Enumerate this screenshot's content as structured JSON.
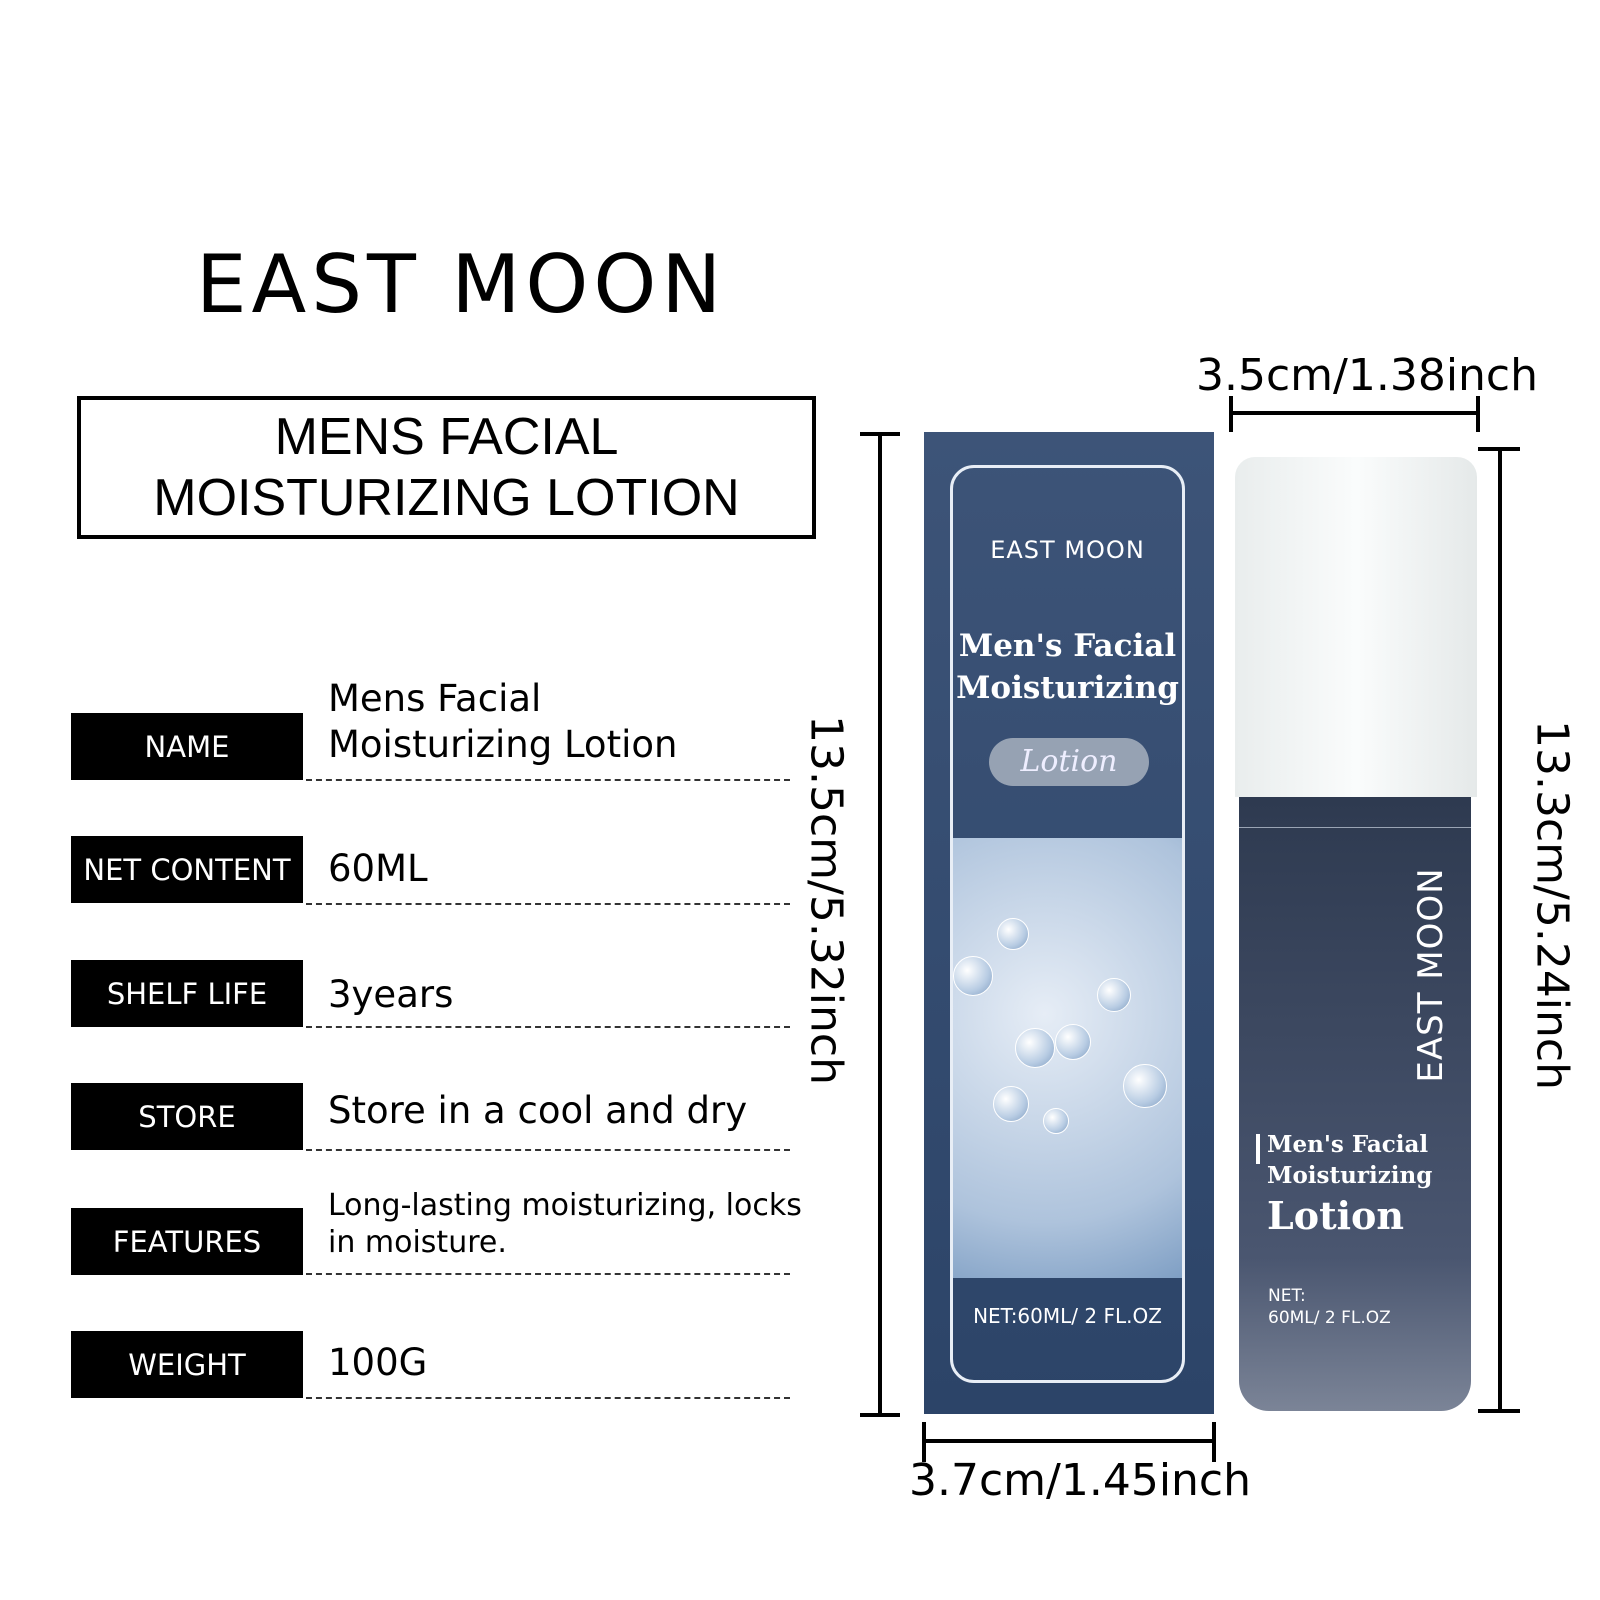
{
  "brand": "EAST MOON",
  "title": {
    "line1": "MENS FACIAL",
    "line2": "MOISTURIZING LOTION"
  },
  "specs": [
    {
      "label": "NAME",
      "value": "Mens Facial Moisturizing Lotion"
    },
    {
      "label": "NET  CONTENT",
      "value": "60ML"
    },
    {
      "label": "SHELF LIFE",
      "value": "3years"
    },
    {
      "label": "STORE",
      "value": "Store in a cool and dry"
    },
    {
      "label": "FEATURES",
      "value": "Long-lasting moisturizing, locks in moisture."
    },
    {
      "label": "WEIGHT",
      "value": "100G"
    }
  ],
  "dimensions": {
    "box_height": "13.5cm/5.32inch",
    "box_width": "3.7cm/1.45inch",
    "bottle_width": "3.5cm/1.38inch",
    "bottle_height": "13.3cm/5.24inch"
  },
  "box": {
    "brand": "EAST MOON",
    "line1": "Men's Facial",
    "line2": "Moisturizing",
    "badge": "Lotion",
    "net": "NET:60ML/ 2 FL.OZ"
  },
  "bottle": {
    "brand": "EAST MOON",
    "line1": "Men's Facial",
    "line2": "Moisturizing",
    "line3": "Lotion",
    "net1": "NET:",
    "net2": "60ML/ 2 FL.OZ"
  }
}
